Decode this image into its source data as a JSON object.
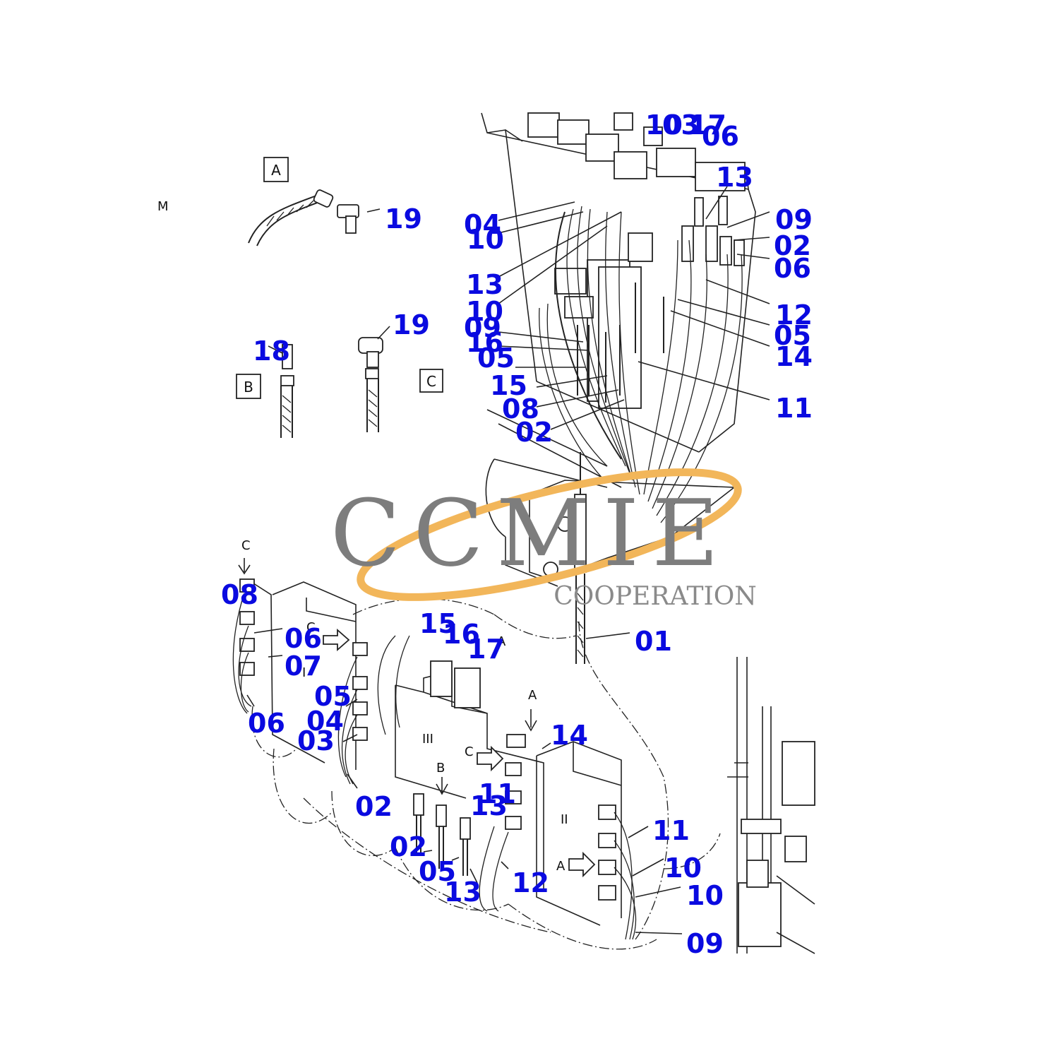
{
  "views": {
    "a": {
      "letter": "A"
    },
    "b": {
      "letter": "B"
    },
    "c": {
      "letter": "C"
    }
  },
  "stray_mark": "M",
  "arrow_letters": {
    "c_left": "C",
    "c_mid": "C",
    "c_low": "C",
    "a_top": "A",
    "a_right": "A",
    "a_bottom": "A",
    "b_bottom": "B"
  },
  "valve_roman": {
    "i": "I",
    "ii": "II",
    "iii": "III"
  },
  "callouts": {
    "detail_a_19": "19",
    "detail_c_19": "19",
    "detail_b_18": "18",
    "top_10": "10",
    "top_03": "03",
    "top_17": "17",
    "top_06a": "06",
    "top_13a": "13",
    "top_09a": "09",
    "top_02a": "02",
    "top_06b": "06",
    "top_04": "04",
    "top_10b": "10",
    "top_13b": "13",
    "top_10c": "10",
    "top_09b": "09",
    "top_16": "16",
    "top_05a": "05",
    "top_15": "15",
    "top_08": "08",
    "top_02b": "02",
    "top_12": "12",
    "top_05b": "05",
    "top_14": "14",
    "top_11": "11",
    "mid_01": "01",
    "left_08": "08",
    "left_06a": "06",
    "left_07": "07",
    "left_05": "05",
    "left_04": "04",
    "left_03": "03",
    "left_06b": "06",
    "left_02": "02",
    "center_15": "15",
    "center_16": "16",
    "center_17": "17",
    "center_11": "11",
    "center_13a": "13",
    "center_02": "02",
    "center_05": "05",
    "center_13b": "13",
    "center_12": "12",
    "right_14": "14",
    "right_11": "11",
    "right_10a": "10",
    "right_10b": "10",
    "right_09": "09"
  },
  "watermark": {
    "brand": "CCMIE",
    "tagline": "COOPERATION",
    "ring_color": "#f2b65a",
    "text_color": "#7d7d7d"
  },
  "colors": {
    "callout": "#0a0ae0",
    "line": "#222222"
  }
}
